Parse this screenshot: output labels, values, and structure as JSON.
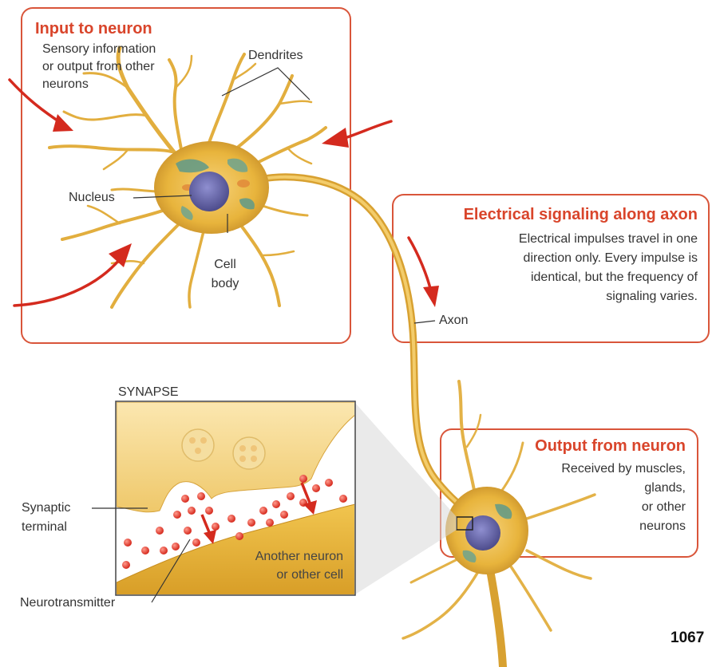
{
  "input_box": {
    "title": "Input to neuron",
    "lines": [
      "Sensory information",
      "or output from other",
      "neurons"
    ]
  },
  "signal_box": {
    "title": "Electrical signaling along axon",
    "lines": [
      "Electrical impulses travel in one",
      "direction only. Every impulse is",
      "identical, but the frequency of",
      "signaling varies."
    ]
  },
  "output_box": {
    "title": "Output from neuron",
    "lines": [
      "Received by muscles,",
      "glands,",
      "or other",
      "neurons"
    ]
  },
  "labels": {
    "dendrites": "Dendrites",
    "nucleus": "Nucleus",
    "cell_body": [
      "Cell",
      "body"
    ],
    "axon": "Axon",
    "synapse": "SYNAPSE",
    "synaptic_terminal": [
      "Synaptic",
      "terminal"
    ],
    "another_neuron": [
      "Another neuron",
      "or other cell"
    ],
    "neurotransmitter": "Neurotransmitter"
  },
  "page_number": "1067",
  "colors": {
    "accent": "#d9452b",
    "neuron": "#e8b43c",
    "neuron_dark": "#c8902a",
    "nucleus": "#6a68a8",
    "arrow": "#d42a1e"
  }
}
